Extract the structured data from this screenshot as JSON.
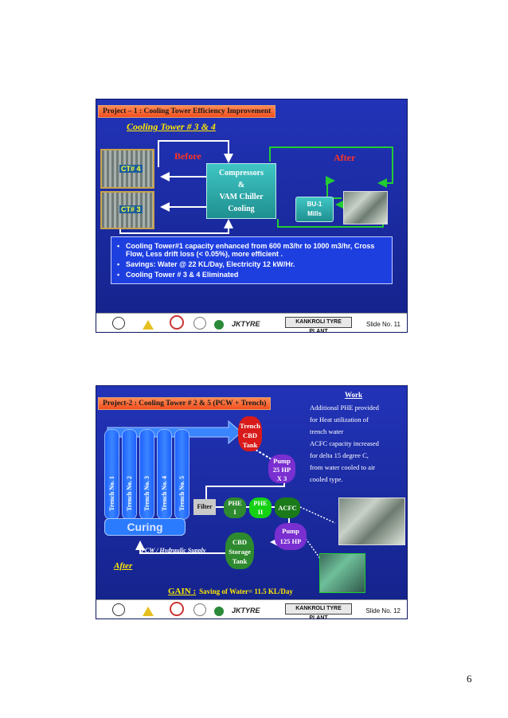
{
  "page_number": "6",
  "slide1": {
    "title": "Project – 1 : Cooling Tower Efficiency Improvement",
    "subtitle": "Cooling Tower # 3 & 4",
    "before_label": "Before",
    "after_label": "After",
    "ct4_label": "CT# 4",
    "ct3_label": "CT# 3",
    "center_box": [
      "Compressors",
      "&",
      "VAM Chiller",
      "Cooling"
    ],
    "bu_box": [
      "BU-1",
      "Mills"
    ],
    "bullets": [
      "Cooling Tower#1 capacity enhanced from 600 m3/hr to 1000 m3/hr, Cross Flow, Less drift loss (< 0.05%), more efficient .",
      "Savings: Water @ 22 KL/Day, Electricity 12 kW/Hr.",
      "Cooling Tower # 3 & 4 Eliminated"
    ],
    "footer_plant": "KANKROLI TYRE PLANT",
    "slide_no": "Slide No. 11"
  },
  "slide2": {
    "title": "Project-2 : Cooling Tower # 2 & 5 (PCW + Trench)",
    "work_heading": "Work",
    "work_lines": [
      "Additional PHE provided",
      "for Heat utilization of",
      "trench water",
      "ACFC capacity increased",
      "for delta 15 degree C,",
      "from water cooled to air",
      "cooled type."
    ],
    "trenches": [
      "Trench No. 1",
      "Trench No. 2",
      "Trench No. 3",
      "Trench No. 4",
      "Trench No. 5"
    ],
    "curing_label": "Curing",
    "trench_tank": [
      "Trench",
      "CBD",
      "Tank"
    ],
    "pump1": [
      "Pump",
      "25 HP",
      "X 3"
    ],
    "filter_label": "Filter",
    "phe1": [
      "PHE",
      "I"
    ],
    "phe2": [
      "PHE",
      "II"
    ],
    "acfc_label": "ACFC",
    "pump2": [
      "Pump",
      "125 HP"
    ],
    "storage_tank": [
      "CBD",
      "Storage",
      "Tank"
    ],
    "supply_label": "PCW / Hydraulic Supply",
    "after_label": "After",
    "gain_label": "GAIN :",
    "gain_text": "Saving of Water= 11.5 KL/Day",
    "footer_plant": "KANKROLI TYRE PLANT",
    "slide_no": "Slide No. 12"
  },
  "colors": {
    "slide_bg": "#1a2a9e",
    "title_bar": "#f24f1e",
    "accent_yellow": "#ffe800",
    "arrow_green": "#22cc33",
    "teal_box": "#2aa9a9"
  }
}
